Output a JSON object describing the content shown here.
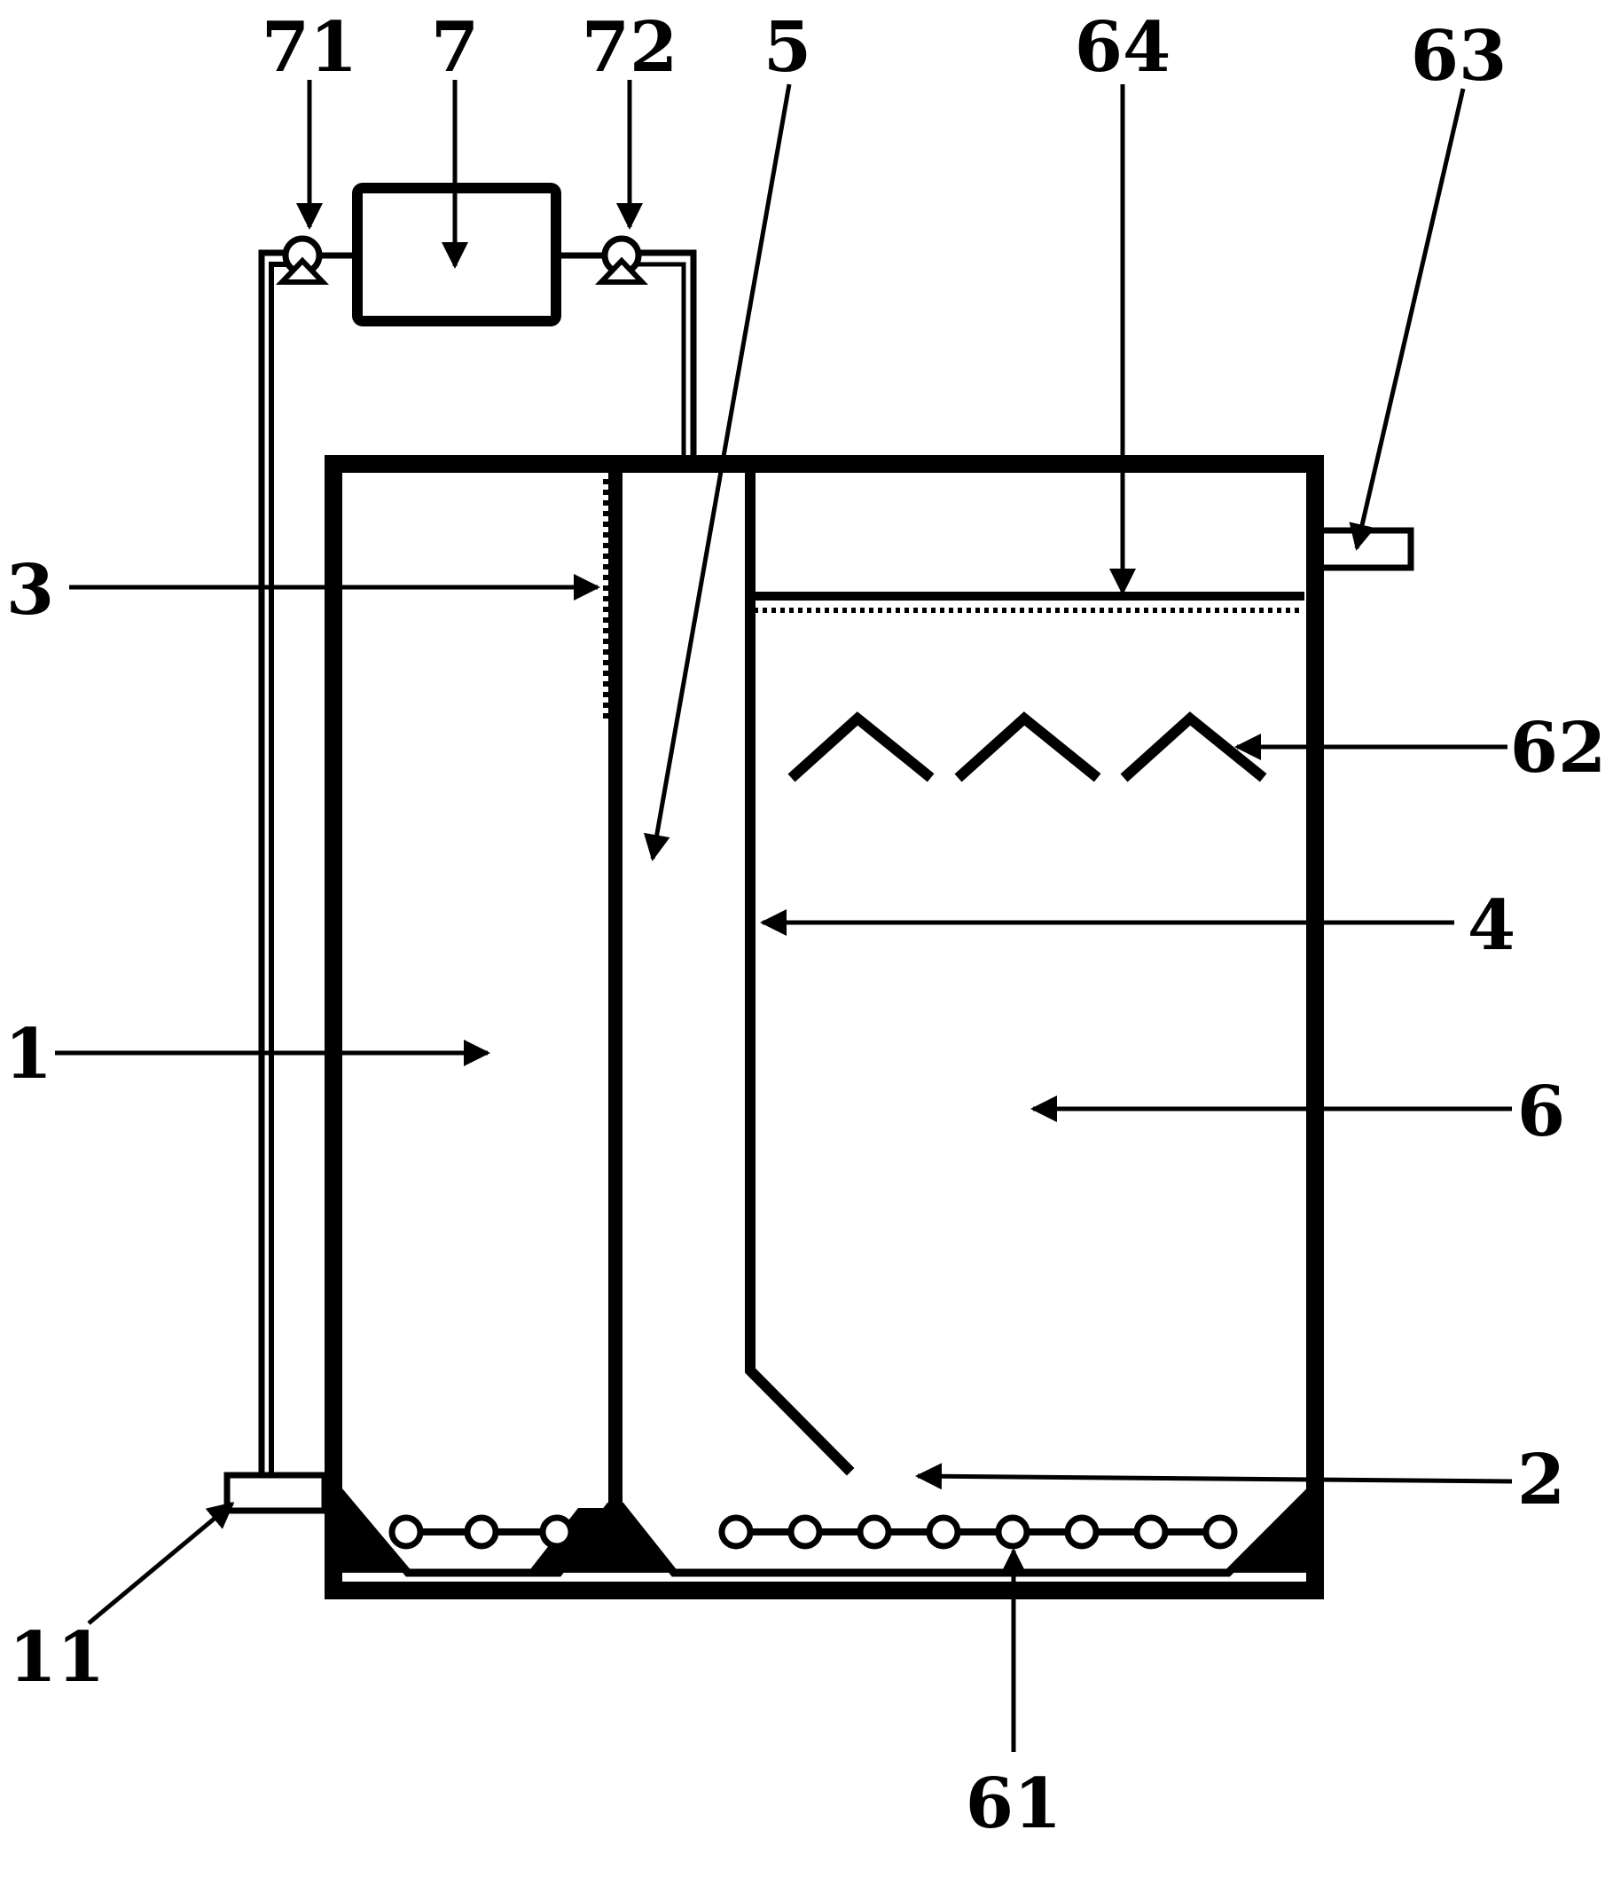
{
  "labels": {
    "l71": "71",
    "l7": "7",
    "l72": "72",
    "l5": "5",
    "l64": "64",
    "l63": "63",
    "l3": "3",
    "l62": "62",
    "l4": "4",
    "l1": "1",
    "l6": "6",
    "l2": "2",
    "l11": "11",
    "l61": "61"
  },
  "colors": {
    "line": "#000000",
    "background": "#ffffff"
  }
}
